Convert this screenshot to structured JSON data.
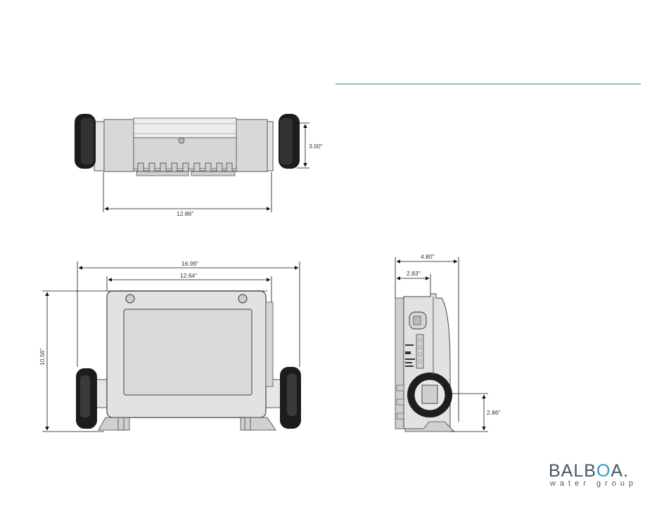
{
  "dimensions": {
    "top_height": "3.00\"",
    "top_width": "12.86\"",
    "front_overall_width": "16.99\"",
    "front_box_width": "12.64\"",
    "front_height": "10.56\"",
    "side_depth": "4.80\"",
    "side_offset": "2.83\"",
    "side_fitting_height": "2.86\""
  },
  "logo": {
    "brand_prefix": "BALB",
    "brand_o": "O",
    "brand_suffix": "A.",
    "tagline": "water group",
    "brand_color": "#4a5560",
    "accent_color": "#2a9bc4"
  },
  "colors": {
    "rule": "#2a8a8a",
    "body": "#e2e2e2",
    "union": "#1c1c1c"
  }
}
